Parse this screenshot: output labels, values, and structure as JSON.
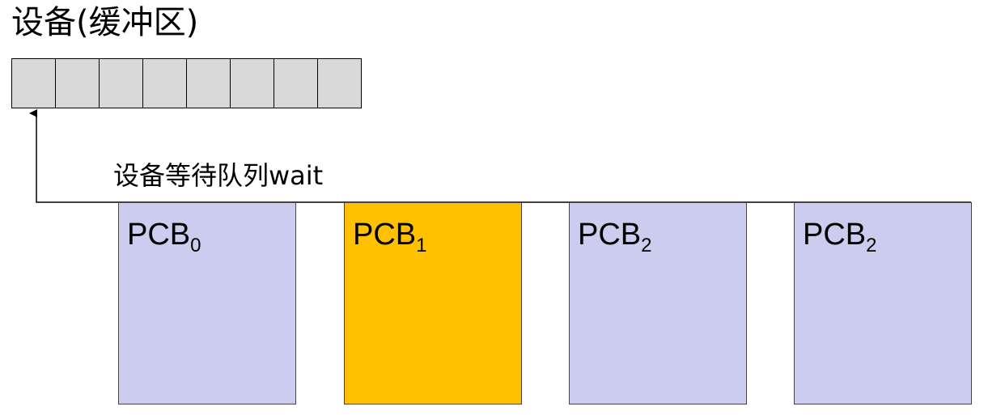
{
  "device": {
    "title": "设备(缓冲区)",
    "buffer_cells": 8,
    "cell_color": "#d9d9d9"
  },
  "queue": {
    "label": "设备等待队列wait"
  },
  "pcbs": [
    {
      "name": "PCB",
      "index": "0",
      "color": "#ccccee",
      "highlighted": false
    },
    {
      "name": "PCB",
      "index": "1",
      "color": "#ffc000",
      "highlighted": true
    },
    {
      "name": "PCB",
      "index": "2",
      "color": "#ccccee",
      "highlighted": false
    },
    {
      "name": "PCB",
      "index": "2",
      "color": "#ccccee",
      "highlighted": false
    }
  ]
}
